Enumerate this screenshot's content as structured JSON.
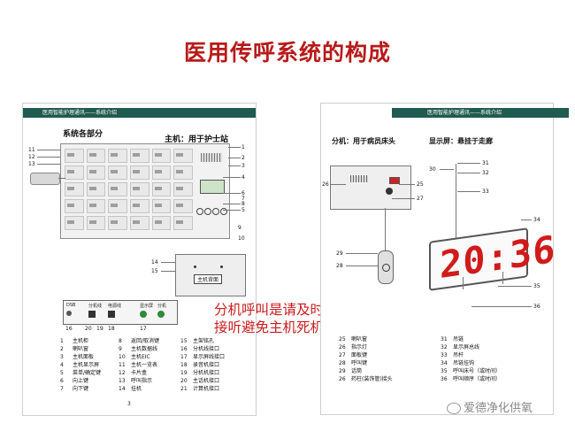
{
  "slide": {
    "title": "医用传呼系统的构成"
  },
  "left_panel": {
    "band_title": "医用智能护理通讯——系统介绍",
    "section_label": "系统各部分",
    "host_label": "主机：用于护士站",
    "back_label": "主机背面",
    "ports": [
      {
        "key": "dsb",
        "label": "DSB"
      },
      {
        "key": "ext",
        "label": "分机线"
      },
      {
        "key": "pwr",
        "label": "电源线"
      },
      {
        "key": "disp",
        "label": "显示屏"
      },
      {
        "key": "sub",
        "label": "分机"
      }
    ],
    "callout_numbers": {
      "n1": "1",
      "n2": "2",
      "n3": "3",
      "n4": "4",
      "n5": "5",
      "n6": "6",
      "n7": "7",
      "n8": "8",
      "n9": "9",
      "n10": "10",
      "n11": "11",
      "n12": "12",
      "n13": "13",
      "n14": "14",
      "n15": "15",
      "n16": "16",
      "n17": "17",
      "n18": "18",
      "n19": "19",
      "n20": "20"
    },
    "legend": [
      {
        "num": "1",
        "text": "主机柜"
      },
      {
        "num": "2",
        "text": "喇叭窗"
      },
      {
        "num": "3",
        "text": "主机面板"
      },
      {
        "num": "4",
        "text": "主机显示屏"
      },
      {
        "num": "5",
        "text": "菜单/确定键"
      },
      {
        "num": "6",
        "text": "向上键"
      },
      {
        "num": "7",
        "text": "向下键"
      },
      {
        "num": "8",
        "text": "返回/取消键"
      },
      {
        "num": "9",
        "text": "主机数据线"
      },
      {
        "num": "10",
        "text": "主机EIC"
      },
      {
        "num": "11",
        "text": "主机一览表"
      },
      {
        "num": "12",
        "text": "卡片盒"
      },
      {
        "num": "13",
        "text": "呼叫指示"
      },
      {
        "num": "14",
        "text": "挂机"
      },
      {
        "num": "15",
        "text": "主架铭孔"
      },
      {
        "num": "16",
        "text": "分机线接口"
      },
      {
        "num": "17",
        "text": "显示屏线接口"
      },
      {
        "num": "18",
        "text": "录音机接口"
      },
      {
        "num": "19",
        "text": "分机机接口"
      },
      {
        "num": "20",
        "text": "主话机接口"
      },
      {
        "num": "21",
        "text": "计算机接口"
      }
    ],
    "page_number": "3"
  },
  "note": {
    "line1": "分机呼叫是请及时",
    "line2": "接听避免主机死机"
  },
  "right_panel": {
    "band_title": "医用智能护理通讯——系统介绍",
    "sub_label": "分机：用于病员床头",
    "display_label": "显示屏：悬挂于走廊",
    "clock_time": "20:36",
    "callout_numbers": {
      "n25": "25",
      "n26": "26",
      "n27": "27",
      "n28": "28",
      "n29": "29",
      "n30": "30",
      "n31": "31",
      "n32": "32",
      "n33": "33",
      "n34": "34",
      "n35": "35",
      "n36": "36"
    },
    "legend": [
      {
        "num": "25",
        "text": "喇叭窗"
      },
      {
        "num": "26",
        "text": "指示灯"
      },
      {
        "num": "27",
        "text": "面板键"
      },
      {
        "num": "28",
        "text": "呼叫键"
      },
      {
        "num": "29",
        "text": "话筒"
      },
      {
        "num": "26",
        "text": "药柱(装饰管)接头"
      },
      {
        "num": "31",
        "text": "吊链"
      },
      {
        "num": "32",
        "text": "显示屏总线"
      },
      {
        "num": "33",
        "text": "吊杆"
      },
      {
        "num": "34",
        "text": "吊链挂钩"
      },
      {
        "num": "35",
        "text": "呼叫床号（或时间）"
      },
      {
        "num": "36",
        "text": "呼叫顺序（或时间）"
      }
    ]
  },
  "watermark": {
    "text": "爱德净化供氧"
  }
}
